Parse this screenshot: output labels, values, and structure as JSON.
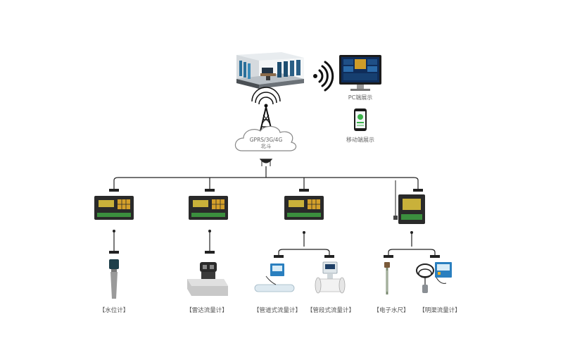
{
  "center": {
    "network_line1": "GPRS/3G/4G",
    "network_line2": "北斗",
    "pc_label": "PC端展示",
    "mobile_label": "移动端展示"
  },
  "devices": [
    {
      "label": "【水位计】"
    },
    {
      "label": "【雷达流量计】"
    },
    {
      "label": "【管道式流量计】"
    },
    {
      "label": "【管段式流量计】"
    },
    {
      "label": "【电子水尺】"
    },
    {
      "label": "【明渠流量计】"
    }
  ],
  "colors": {
    "line": "#222222",
    "rtu_body": "#2a2a2a",
    "rtu_screen": "#c9b13a",
    "rtu_keys": "#d4a02a",
    "rtu_green": "#3b8f3e",
    "screen_blue": "#0f2d5a",
    "accent_yellow": "#f0b020",
    "pipe_blue": "#2a7fbf",
    "cloud_stroke": "#888888"
  },
  "icons": [
    "control-room-icon",
    "signal-waves-icon",
    "pc-monitor-icon",
    "mobile-phone-icon",
    "antenna-tower-icon",
    "cloud-icon",
    "rtu-icon",
    "radar-level-icon",
    "radar-flow-icon",
    "pipe-flowmeter-icon",
    "segment-flowmeter-icon",
    "water-gauge-icon",
    "channel-flowmeter-icon"
  ]
}
